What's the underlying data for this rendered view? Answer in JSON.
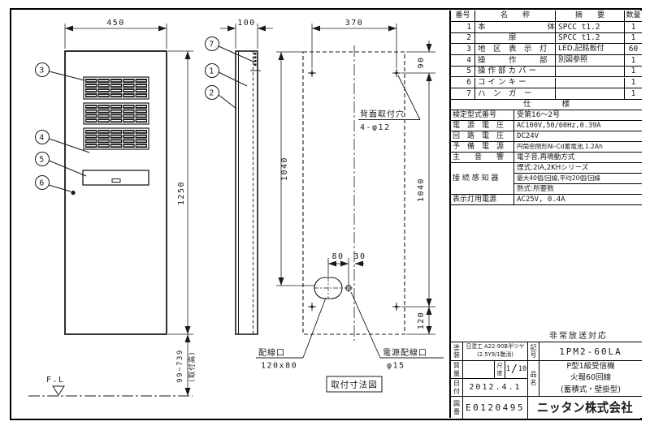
{
  "drawing": {
    "dims": {
      "front_width": "450",
      "front_height": "1250",
      "mount_height": "99~739",
      "mount_height_note": "(取付高)",
      "side_depth": "100",
      "rear_width": "370",
      "hole_top_offset": "90",
      "rear_hole_span": "1040",
      "rear_left_height": "1040",
      "hole_bottom_offset": "120",
      "oval_offset": "80",
      "power_port_offset": "30"
    },
    "labels": {
      "floor_level": "F.L",
      "rear_holes_line1": "背面取付穴",
      "rear_holes_line2": "4-φ12",
      "wiring_port": "配線口",
      "wiring_port_size": "120x80",
      "power_port": "電源配線口",
      "power_port_size": "φ15",
      "caption": "取付寸法図"
    },
    "callouts": [
      "1",
      "2",
      "3",
      "4",
      "5",
      "6",
      "7"
    ],
    "zone_grid": {
      "blocks": 3,
      "cols": 5,
      "rows": 4
    }
  },
  "parts_table": {
    "headers": {
      "no": "番号",
      "name": "名　　称",
      "spec": "摘　　要",
      "qty": "数量"
    },
    "rows": [
      {
        "no": "1",
        "name": "本　　　　　　　　体",
        "spec": "SPCC t1.2",
        "qty": "1"
      },
      {
        "no": "2",
        "name": "　　　　扉",
        "spec": "SPCC t1.2",
        "qty": "1"
      },
      {
        "no": "3",
        "name": "地　区　表　示　灯",
        "spec": "LED,記銘板付",
        "qty": "60"
      },
      {
        "no": "4",
        "name": "操　　　作　　　部",
        "spec": "別図参照",
        "qty": "1"
      },
      {
        "no": "5",
        "name": "操 作 部 カ バ ー",
        "spec": "",
        "qty": "1"
      },
      {
        "no": "6",
        "name": "コ イ ン キ ー",
        "spec": "",
        "qty": "1"
      },
      {
        "no": "7",
        "name": "ハ　ン　ガ　ー",
        "spec": "",
        "qty": "1"
      }
    ],
    "section_title": "仕　　　　様"
  },
  "spec_table": {
    "rows": [
      {
        "label": "検定型式番号",
        "value": "受第16〜2号"
      },
      {
        "label": "電　源　電　圧",
        "value": "AC100V,50/60Hz,0.39A"
      },
      {
        "label": "回　路　電　圧",
        "value": "DC24V"
      },
      {
        "label": "予　備　電　源",
        "value": "円筒密閉形Ni-Cd蓄電池,1.2Ah"
      },
      {
        "label": "主　　音　　響",
        "value": "電子音,再鳴動方式"
      },
      {
        "label": "接 続 感 知 器",
        "value_lines": [
          "煙式:2IA,2KHシリーズ",
          "最大40個/回線,平均20個/回線",
          "熱式:所要数"
        ]
      },
      {
        "label": "表示灯用電源",
        "value": "AC25V, 0.4A"
      }
    ]
  },
  "title_block": {
    "note": "非常放送対応",
    "paint_label": "塗装",
    "paint_value_line1": "日塗工 A22-90B半ツヤ",
    "paint_value_line2": "(2.5Y9/1艶消)",
    "mass_label": "質量",
    "mass_value": "",
    "scale_label": "尺度",
    "scale_num": "1",
    "scale_den": "10",
    "date_label": "日付",
    "date_value": "2012.4.1",
    "dwgno_label": "図番",
    "dwgno_value": "E0120495",
    "symbol_label": "記号",
    "symbol_value": "1PM2-60LA",
    "name_label": "品名",
    "name_line1": "P型1級受信機",
    "name_line2": "火報60回線",
    "name_line3": "(蓄積式・壁掛型)",
    "company": "ニッタン株式会社"
  }
}
